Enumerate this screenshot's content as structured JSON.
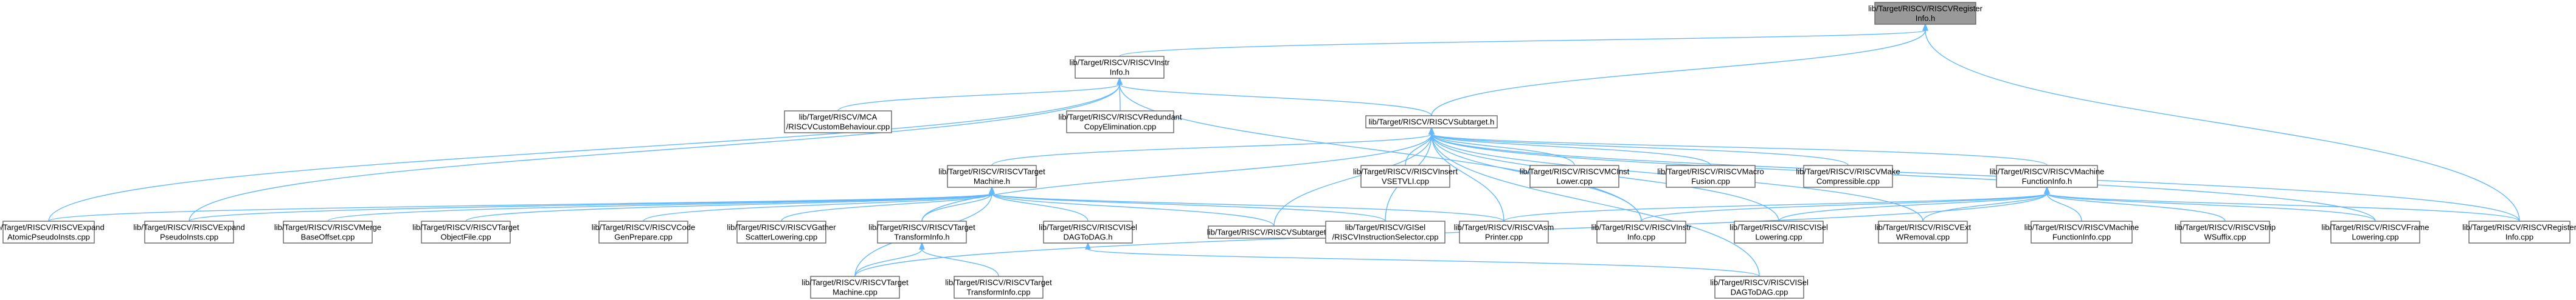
{
  "graph": {
    "root": "riscvregisterinfo-h",
    "colors": {
      "edge": "#63b8ff",
      "node_border": "#666666",
      "root_fill": "#999999",
      "node_fill": "#ffffff"
    },
    "nodes": [
      {
        "id": "riscvregisterinfo-h",
        "lines": [
          "lib/Target/RISCV/RISCVRegister",
          "Info.h"
        ],
        "root": true
      },
      {
        "id": "riscvinstrinfo-h",
        "lines": [
          "lib/Target/RISCV/RISCVInstr",
          "Info.h"
        ]
      },
      {
        "id": "riscvcustombehaviour-cpp",
        "lines": [
          "lib/Target/RISCV/MCA",
          "/RISCVCustomBehaviour.cpp"
        ]
      },
      {
        "id": "riscvredundantcopyelimination-cpp",
        "lines": [
          "lib/Target/RISCV/RISCVRedundant",
          "CopyElimination.cpp"
        ]
      },
      {
        "id": "riscvsubtarget-h",
        "lines": [
          "lib/Target/RISCV/RISCVSubtarget.h"
        ]
      },
      {
        "id": "riscvtargetmachine-h",
        "lines": [
          "lib/Target/RISCV/RISCVTarget",
          "Machine.h"
        ]
      },
      {
        "id": "riscvinsertvsetvli-cpp",
        "lines": [
          "lib/Target/RISCV/RISCVInsert",
          "VSETVLI.cpp"
        ]
      },
      {
        "id": "riscvmcinstlower-cpp",
        "lines": [
          "lib/Target/RISCV/RISCVMCInst",
          "Lower.cpp"
        ]
      },
      {
        "id": "riscvmacrofusion-cpp",
        "lines": [
          "lib/Target/RISCV/RISCVMacro",
          "Fusion.cpp"
        ]
      },
      {
        "id": "riscvmakecompressible-cpp",
        "lines": [
          "lib/Target/RISCV/RISCVMake",
          "Compressible.cpp"
        ]
      },
      {
        "id": "riscvmachinefunctioninfo-h",
        "lines": [
          "lib/Target/RISCV/RISCVMachine",
          "FunctionInfo.h"
        ]
      },
      {
        "id": "riscvexpandatomicpseudoinsts-cpp",
        "lines": [
          "lib/Target/RISCV/RISCVExpand",
          "AtomicPseudoInsts.cpp"
        ]
      },
      {
        "id": "riscvexpandpseudoinsts-cpp",
        "lines": [
          "lib/Target/RISCV/RISCVExpand",
          "PseudoInsts.cpp"
        ]
      },
      {
        "id": "riscvmergebaseoffset-cpp",
        "lines": [
          "lib/Target/RISCV/RISCVMerge",
          "BaseOffset.cpp"
        ]
      },
      {
        "id": "riscvtargetobjectfile-cpp",
        "lines": [
          "lib/Target/RISCV/RISCVTarget",
          "ObjectFile.cpp"
        ]
      },
      {
        "id": "riscvcodegenprepare-cpp",
        "lines": [
          "lib/Target/RISCV/RISCVCode",
          "GenPrepare.cpp"
        ]
      },
      {
        "id": "riscvgatherscatterlowering-cpp",
        "lines": [
          "lib/Target/RISCV/RISCVGather",
          "ScatterLowering.cpp"
        ]
      },
      {
        "id": "riscvtargettransforminfo-h",
        "lines": [
          "lib/Target/RISCV/RISCVTarget",
          "TransformInfo.h"
        ]
      },
      {
        "id": "riscviseldagtodag-h",
        "lines": [
          "lib/Target/RISCV/RISCVISel",
          "DAGToDAG.h"
        ]
      },
      {
        "id": "riscvsubtarget-cpp",
        "lines": [
          "lib/Target/RISCV/RISCVSubtarget.cpp"
        ]
      },
      {
        "id": "riscvinstructionselector-cpp",
        "lines": [
          "lib/Target/RISCV/GISel",
          "/RISCVInstructionSelector.cpp"
        ]
      },
      {
        "id": "riscvasmprinter-cpp",
        "lines": [
          "lib/Target/RISCV/RISCVAsm",
          "Printer.cpp"
        ]
      },
      {
        "id": "riscvinstrinfo-cpp",
        "lines": [
          "lib/Target/RISCV/RISCVInstr",
          "Info.cpp"
        ]
      },
      {
        "id": "riscvisellowering-cpp",
        "lines": [
          "lib/Target/RISCV/RISCVISel",
          "Lowering.cpp"
        ]
      },
      {
        "id": "riscvextwremoval-cpp",
        "lines": [
          "lib/Target/RISCV/RISCVExt",
          "WRemoval.cpp"
        ]
      },
      {
        "id": "riscvmachinefunctioninfo-cpp",
        "lines": [
          "lib/Target/RISCV/RISCVMachine",
          "FunctionInfo.cpp"
        ]
      },
      {
        "id": "riscvstripwsuffix-cpp",
        "lines": [
          "lib/Target/RISCV/RISCVStrip",
          "WSuffix.cpp"
        ]
      },
      {
        "id": "riscvframelowering-cpp",
        "lines": [
          "lib/Target/RISCV/RISCVFrame",
          "Lowering.cpp"
        ]
      },
      {
        "id": "riscvregisterinfo-cpp",
        "lines": [
          "lib/Target/RISCV/RISCVRegister",
          "Info.cpp"
        ]
      },
      {
        "id": "riscvtargetmachine-cpp",
        "lines": [
          "lib/Target/RISCV/RISCVTarget",
          "Machine.cpp"
        ]
      },
      {
        "id": "riscvtargettransforminfo-cpp",
        "lines": [
          "lib/Target/RISCV/RISCVTarget",
          "TransformInfo.cpp"
        ]
      },
      {
        "id": "riscviseldagtodag-cpp",
        "lines": [
          "lib/Target/RISCV/RISCVISel",
          "DAGToDAG.cpp"
        ]
      }
    ],
    "edges": [
      [
        "riscvregisterinfo-h",
        "riscvinstrinfo-h"
      ],
      [
        "riscvregisterinfo-h",
        "riscvsubtarget-h"
      ],
      [
        "riscvregisterinfo-h",
        "riscvregisterinfo-cpp"
      ],
      [
        "riscvinstrinfo-h",
        "riscvcustombehaviour-cpp"
      ],
      [
        "riscvinstrinfo-h",
        "riscvredundantcopyelimination-cpp"
      ],
      [
        "riscvinstrinfo-h",
        "riscvsubtarget-h"
      ],
      [
        "riscvinstrinfo-h",
        "riscvexpandatomicpseudoinsts-cpp"
      ],
      [
        "riscvinstrinfo-h",
        "riscvexpandpseudoinsts-cpp"
      ],
      [
        "riscvinstrinfo-h",
        "riscvinstrinfo-cpp"
      ],
      [
        "riscvsubtarget-h",
        "riscvtargetmachine-h"
      ],
      [
        "riscvsubtarget-h",
        "riscvinsertvsetvli-cpp"
      ],
      [
        "riscvsubtarget-h",
        "riscvmcinstlower-cpp"
      ],
      [
        "riscvsubtarget-h",
        "riscvmacrofusion-cpp"
      ],
      [
        "riscvsubtarget-h",
        "riscvmakecompressible-cpp"
      ],
      [
        "riscvsubtarget-h",
        "riscvmachinefunctioninfo-h"
      ],
      [
        "riscvsubtarget-h",
        "riscvtargettransforminfo-h"
      ],
      [
        "riscvsubtarget-h",
        "riscvsubtarget-cpp"
      ],
      [
        "riscvsubtarget-h",
        "riscvinstructionselector-cpp"
      ],
      [
        "riscvsubtarget-h",
        "riscvasmprinter-cpp"
      ],
      [
        "riscvsubtarget-h",
        "riscvinstrinfo-cpp"
      ],
      [
        "riscvsubtarget-h",
        "riscvisellowering-cpp"
      ],
      [
        "riscvsubtarget-h",
        "riscvextwremoval-cpp"
      ],
      [
        "riscvsubtarget-h",
        "riscvframelowering-cpp"
      ],
      [
        "riscvsubtarget-h",
        "riscvregisterinfo-cpp"
      ],
      [
        "riscvsubtarget-h",
        "riscviseldagtodag-cpp"
      ],
      [
        "riscvtargetmachine-h",
        "riscvexpandatomicpseudoinsts-cpp"
      ],
      [
        "riscvtargetmachine-h",
        "riscvexpandpseudoinsts-cpp"
      ],
      [
        "riscvtargetmachine-h",
        "riscvmergebaseoffset-cpp"
      ],
      [
        "riscvtargetmachine-h",
        "riscvtargetobjectfile-cpp"
      ],
      [
        "riscvtargetmachine-h",
        "riscvcodegenprepare-cpp"
      ],
      [
        "riscvtargetmachine-h",
        "riscvgatherscatterlowering-cpp"
      ],
      [
        "riscvtargetmachine-h",
        "riscvtargettransforminfo-h"
      ],
      [
        "riscvtargetmachine-h",
        "riscviseldagtodag-h"
      ],
      [
        "riscvtargetmachine-h",
        "riscvsubtarget-cpp"
      ],
      [
        "riscvtargetmachine-h",
        "riscvinstructionselector-cpp"
      ],
      [
        "riscvtargetmachine-h",
        "riscvasmprinter-cpp"
      ],
      [
        "riscvtargetmachine-h",
        "riscvtargetmachine-cpp"
      ],
      [
        "riscvtargettransforminfo-h",
        "riscvtargetmachine-cpp"
      ],
      [
        "riscvtargettransforminfo-h",
        "riscvtargettransforminfo-cpp"
      ],
      [
        "riscviseldagtodag-h",
        "riscviseldagtodag-cpp"
      ],
      [
        "riscvmachinefunctioninfo-h",
        "riscvinstrinfo-cpp"
      ],
      [
        "riscvmachinefunctioninfo-h",
        "riscvisellowering-cpp"
      ],
      [
        "riscvmachinefunctioninfo-h",
        "riscvextwremoval-cpp"
      ],
      [
        "riscvmachinefunctioninfo-h",
        "riscvmachinefunctioninfo-cpp"
      ],
      [
        "riscvmachinefunctioninfo-h",
        "riscvstripwsuffix-cpp"
      ],
      [
        "riscvmachinefunctioninfo-h",
        "riscvframelowering-cpp"
      ],
      [
        "riscvmachinefunctioninfo-h",
        "riscvregisterinfo-cpp"
      ],
      [
        "riscvmachinefunctioninfo-h",
        "riscvasmprinter-cpp"
      ],
      [
        "riscvmachinefunctioninfo-h",
        "riscvtargetmachine-cpp"
      ]
    ]
  }
}
